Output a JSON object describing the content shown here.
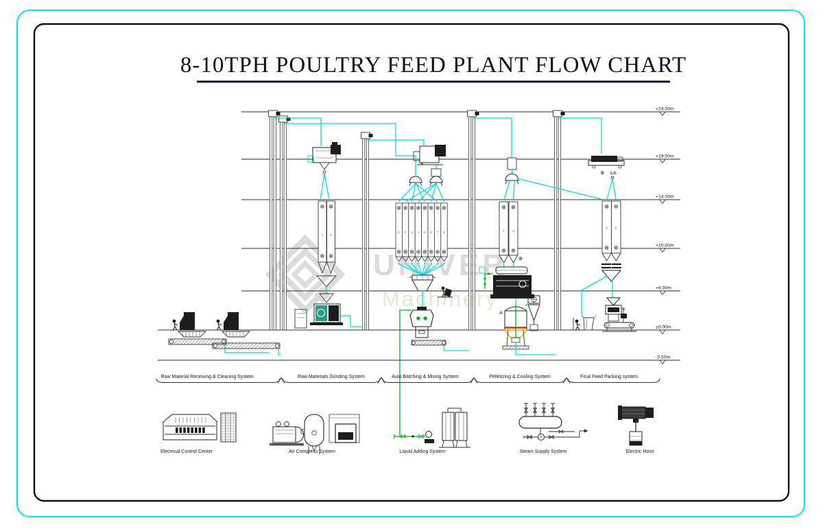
{
  "title": "8-10TPH POULTRY FEED PLANT FLOW CHART",
  "watermark": {
    "brand": "UNIVER",
    "sub": "Machinery"
  },
  "elevations": [
    "+24.00m",
    "+19.00m",
    "+14.00m",
    "+10.00m",
    "+6.00m",
    "±0.00m",
    "-3.50m"
  ],
  "sections": [
    "Raw Material Receiving & Cleaning System",
    "Raw Materials Grinding System",
    "Auto Batching & Mixing System",
    "Pelletizing & Cooling System",
    "Final Feed Packing system"
  ],
  "aux_equipment": [
    "Electrical Control Center",
    "Air Compress System",
    "Liquid Adding System",
    "Steam Supply System",
    "Electric Hoist"
  ],
  "bin_numbers": {
    "grinding": [
      "1",
      "2"
    ],
    "batching": [
      "1",
      "2",
      "3",
      "4",
      "5",
      "6",
      "7",
      "8"
    ],
    "pelletizing": [
      "1",
      "2"
    ],
    "packing": [
      "1",
      "2"
    ]
  },
  "marks": {
    "pellet_outlet": "B",
    "cooler_inlet": "A",
    "packing_b": "B",
    "packing_a": "LA"
  },
  "colors": {
    "pipe_cyan": "#00dfe4",
    "liquid_green": "#00b422",
    "frame_cyan": "#00e6ee",
    "band_red": "#cc2200",
    "hopper_yellow": "#d6c300"
  }
}
